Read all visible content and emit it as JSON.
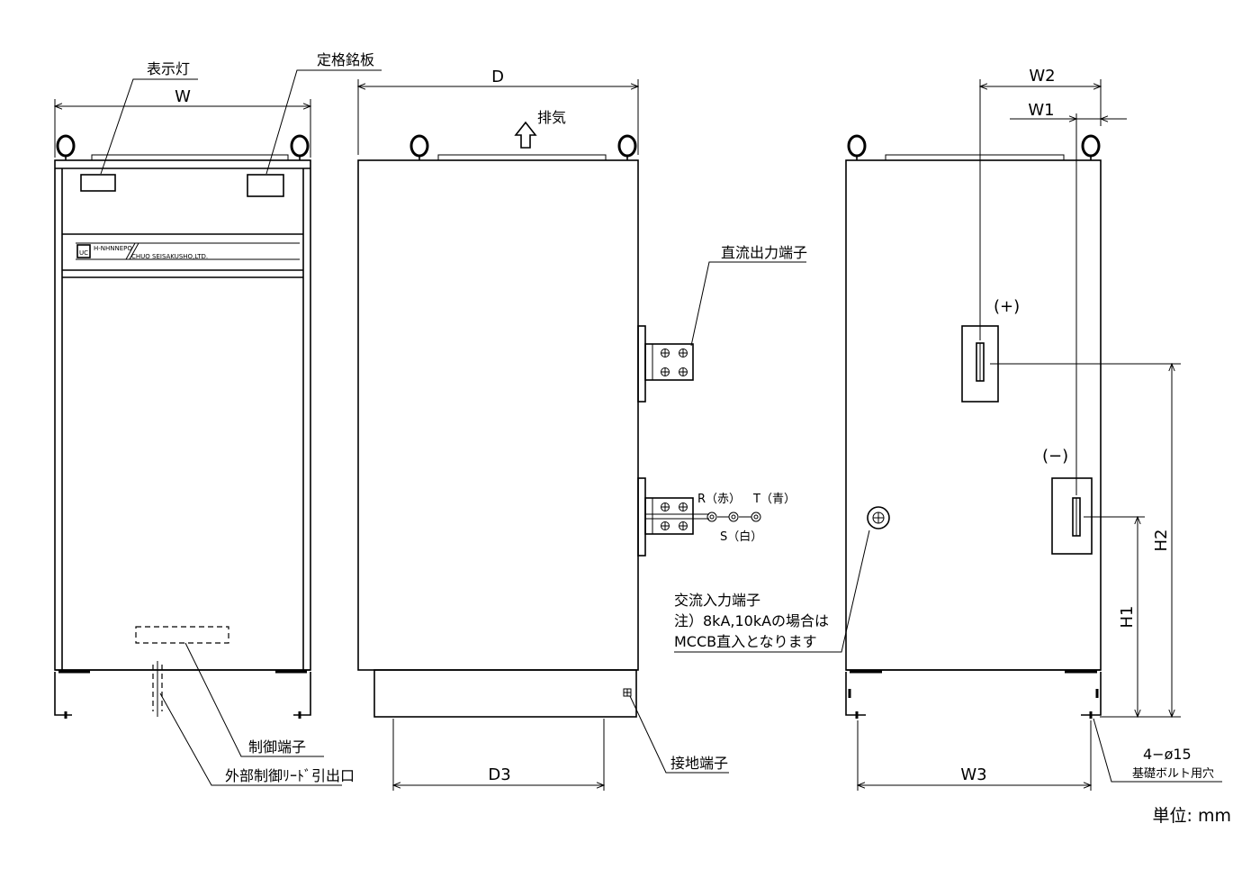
{
  "labels": {
    "indicator_lamp": "表示灯",
    "rating_plate": "定格銘板",
    "exhaust": "排気",
    "dc_output_terminal": "直流出力端子",
    "phase_r": "R（赤）",
    "phase_t": "T（青）",
    "phase_s": "S（白）",
    "ac_input_line1": "交流入力端子",
    "ac_input_line2": "注）8kA,10kAの場合は",
    "ac_input_line3": "MCCB直入となります",
    "control_terminal": "制御端子",
    "external_lead_outlet": "外部制御ﾘｰﾄﾞ引出口",
    "ground_terminal": "接地端子",
    "plus_terminal": "(+)",
    "minus_terminal": "(−)",
    "bolt_holes_line1": "4−ø15",
    "bolt_holes_line2": "基礎ボルト用穴",
    "unit": "単位: mm"
  },
  "dimensions": {
    "W": "W",
    "D": "D",
    "D3": "D3",
    "W1": "W1",
    "W2": "W2",
    "W3": "W3",
    "H1": "H1",
    "H2": "H2"
  },
  "nameplate": {
    "model": "H-NHNNEPO",
    "maker": "CHUO SEISAKUSHO,LTD."
  }
}
